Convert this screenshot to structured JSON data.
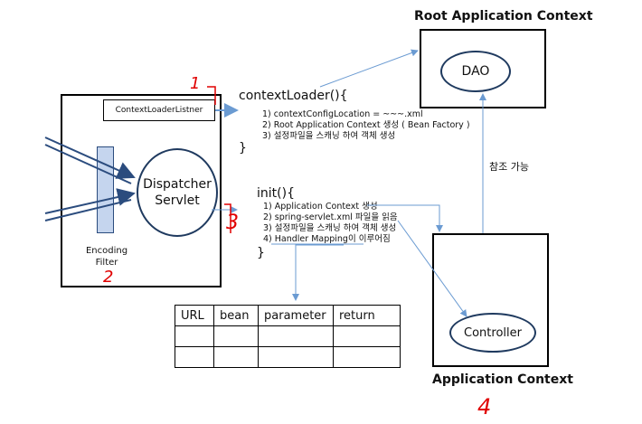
{
  "root_context": {
    "title": "Root Application Context",
    "dao": "DAO"
  },
  "app_context": {
    "title": "Application Context",
    "controller": "Controller"
  },
  "context_loader_listener": "ContextLoaderListner",
  "dispatcher": {
    "line1": "Dispatcher",
    "line2": "Servlet"
  },
  "encoding_filter": {
    "line1": "Encoding",
    "line2": "Filter"
  },
  "context_loader_code": {
    "head": "contextLoader(){",
    "lines": [
      "1) contextConfigLocation = ~~~.xml",
      "2) Root Application Context 생성 ( Bean Factory )",
      "3) 설정파일을 스캐닝 하여 객체 생성"
    ],
    "close": "}"
  },
  "init_code": {
    "head": "init(){",
    "lines": [
      "1) Application Context 생성",
      "2) spring-servlet.xml 파일을 읽음",
      "3) 설정파일을 스캐닝 하여 객체 생성",
      "4) Handler Mapping이 이루어짐"
    ],
    "close": "}"
  },
  "reference_label": "참조 가능",
  "mapping_table": {
    "headers": [
      "URL",
      "bean",
      "parameter",
      "return"
    ],
    "rows": [
      [
        "",
        "",
        "",
        ""
      ],
      [
        "",
        "",
        "",
        ""
      ]
    ]
  },
  "annotations": [
    "1",
    "2",
    "3",
    "4"
  ],
  "colors": {
    "arrow": "#6b9bd2",
    "filter": "#c5d5ee",
    "annotation": "#e00000"
  }
}
